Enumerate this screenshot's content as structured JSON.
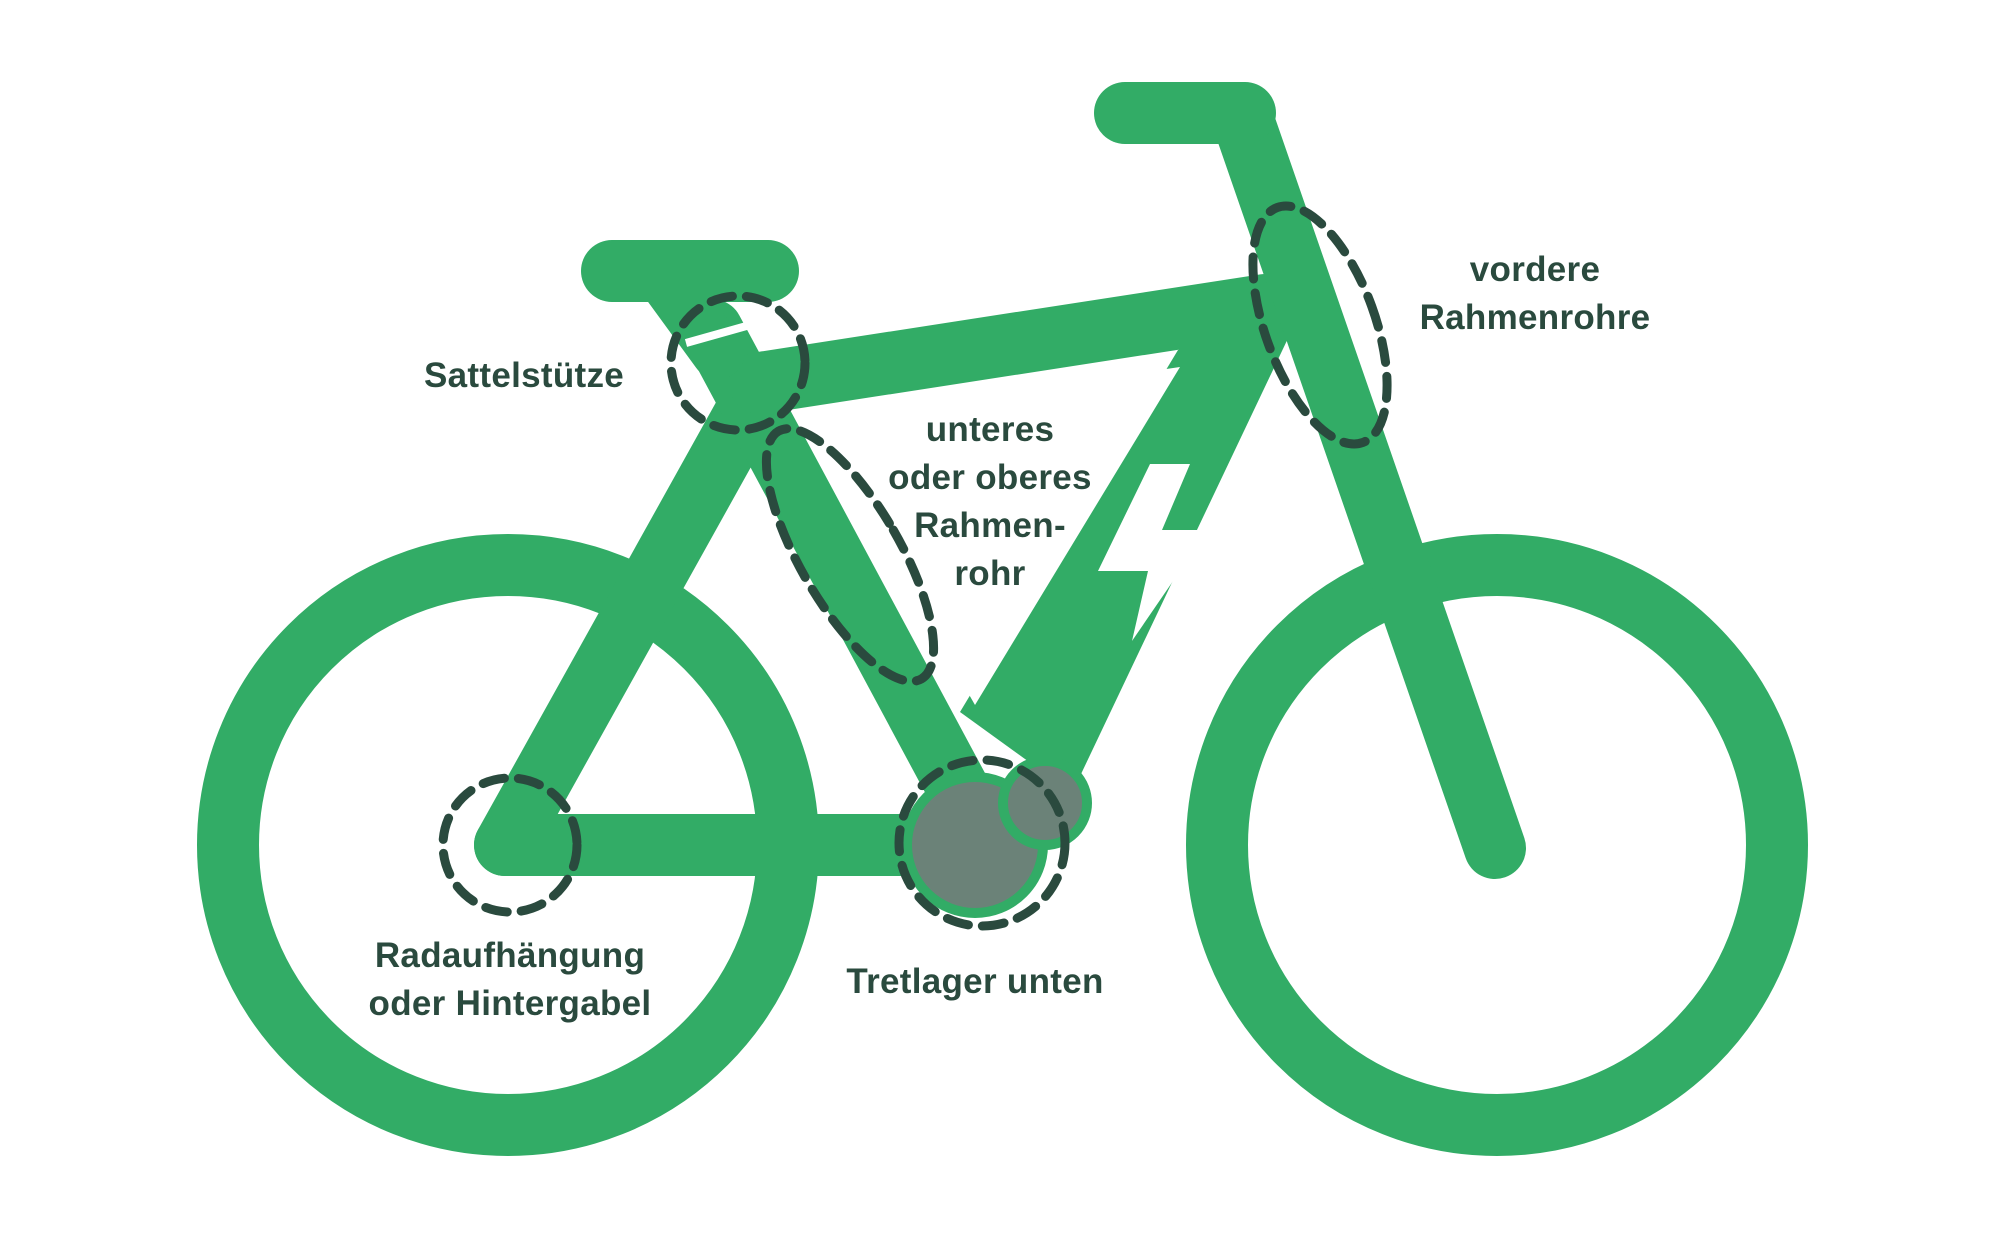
{
  "colors": {
    "frame": "#32ac66",
    "motor": "#6b8278",
    "marker": "#2a4a3e",
    "label_text": "#2a4a3e",
    "background": "#ffffff",
    "bolt": "#ffffff"
  },
  "icons": {
    "bolt": "lightning-bolt-icon"
  },
  "labels": {
    "seatpost": "Sattelstütze",
    "front_tubes": [
      "vordere",
      "Rahmenrohre"
    ],
    "frame_tube": [
      "unteres",
      "oder oberes",
      "Rahmen-",
      "rohr"
    ],
    "rear_suspension": [
      "Radaufhängung",
      "oder Hintergabel"
    ],
    "bottom_bracket": "Tretlager unten"
  }
}
